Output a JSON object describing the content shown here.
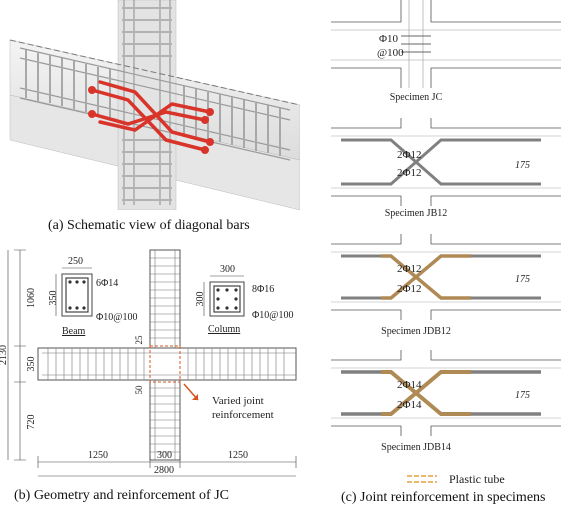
{
  "panel_a": {
    "caption": "(a)  Schematic view of diagonal bars"
  },
  "panel_b": {
    "caption": "(b)  Geometry and reinforcement of JC",
    "beam": {
      "label": "Beam",
      "width": "250",
      "height": "350",
      "long_bars": "6Φ14",
      "stirrups": "Φ10@100"
    },
    "column": {
      "label": "Column",
      "width": "300",
      "height": "300",
      "long_bars": "8Φ16",
      "stirrups": "Φ10@100"
    },
    "dims": {
      "top_col": "1060",
      "beam_depth": "350",
      "bottom_col": "720",
      "total_height": "2130",
      "left_beam": "1250",
      "col_width": "300",
      "right_beam": "1250",
      "total_length": "2800",
      "cover_top": "25",
      "cover_side": "50"
    },
    "joint_note_line1": "Varied joint",
    "joint_note_line2": "reinforcement"
  },
  "panel_c": {
    "caption": "(c)  Joint reinforcement in specimens",
    "specimens": [
      {
        "name": "Specimen JC",
        "label_a": "Φ10",
        "label_b": "@100"
      },
      {
        "name": "Specimen JB12",
        "top": "2Φ12",
        "bottom": "2Φ12",
        "dim": "175"
      },
      {
        "name": "Specimen JDB12",
        "top": "2Φ12",
        "bottom": "2Φ12",
        "dim": "175"
      },
      {
        "name": "Specimen JDB14",
        "top": "2Φ14",
        "bottom": "2Φ14",
        "dim": "175"
      }
    ],
    "legend_label": "Plastic tube",
    "colors": {
      "bar": "#555555",
      "tube": "#b08a55",
      "arrow": "#d9541e",
      "red_bar": "#d8342a"
    }
  }
}
